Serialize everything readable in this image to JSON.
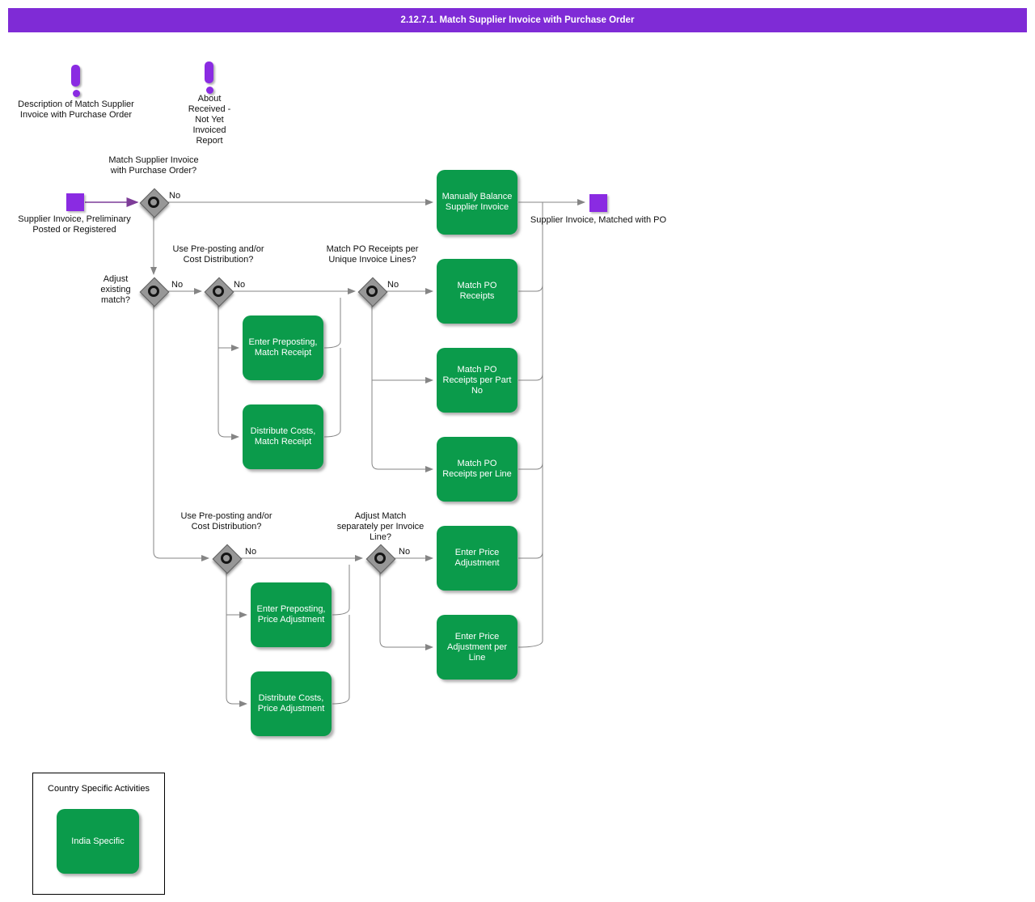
{
  "title_bar": {
    "text": "2.12.7.1. Match Supplier Invoice with Purchase Order"
  },
  "colors": {
    "title_bg": "#7f2bd6",
    "node_purple": "#8a2be2",
    "activity_green": "#0b9b4b",
    "connector": "#858585",
    "diamond_fill": "#979797",
    "start_arrow": "#7d3c98"
  },
  "notes": [
    {
      "icon": "exclamation-icon",
      "label": "Description of Match Supplier Invoice with Purchase Order"
    },
    {
      "icon": "exclamation-icon",
      "label": "About Received - Not Yet Invoiced Report"
    }
  ],
  "start_node": {
    "label": "Supplier Invoice, Preliminary Posted or Registered"
  },
  "end_node": {
    "label": "Supplier Invoice, Matched with PO"
  },
  "decisions": [
    {
      "question": "Match Supplier Invoice with Purchase Order?",
      "no_label": "No"
    },
    {
      "question": "Adjust existing match?",
      "no_label": "No"
    },
    {
      "question": "Use Pre-posting and/or Cost Distribution?",
      "no_label": "No"
    },
    {
      "question": "Match PO Receipts per Unique Invoice Lines?",
      "no_label": "No"
    },
    {
      "question": "Use Pre-posting and/or Cost Distribution?",
      "no_label": "No"
    },
    {
      "question": "Adjust Match separately per Invoice Line?",
      "no_label": "No"
    }
  ],
  "activities": [
    {
      "label": "Manually Balance Supplier Invoice"
    },
    {
      "label": "Match PO Receipts"
    },
    {
      "label": "Match PO Receipts per Part No"
    },
    {
      "label": "Match PO Receipts per Line"
    },
    {
      "label": "Enter Price Adjustment"
    },
    {
      "label": "Enter Price Adjustment per Line"
    },
    {
      "label": "Enter Preposting, Match Receipt"
    },
    {
      "label": "Distribute Costs, Match Receipt"
    },
    {
      "label": "Enter Preposting, Price Adjustment"
    },
    {
      "label": "Distribute Costs, Price Adjustment"
    }
  ],
  "country_box": {
    "title": "Country Specific Activities",
    "activity": "India Specific"
  }
}
